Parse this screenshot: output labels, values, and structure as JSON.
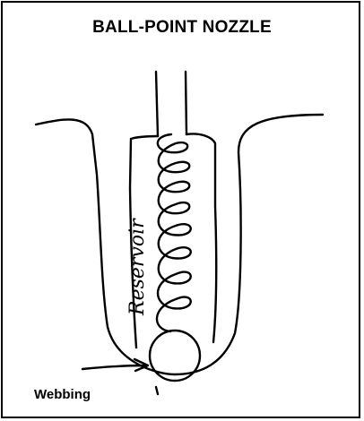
{
  "title": "BALL-POINT NOZZLE",
  "labels": {
    "reservoir": "Reservoir",
    "webbing": "Webbing"
  },
  "colors": {
    "ink": "#000000",
    "background": "#ffffff"
  }
}
